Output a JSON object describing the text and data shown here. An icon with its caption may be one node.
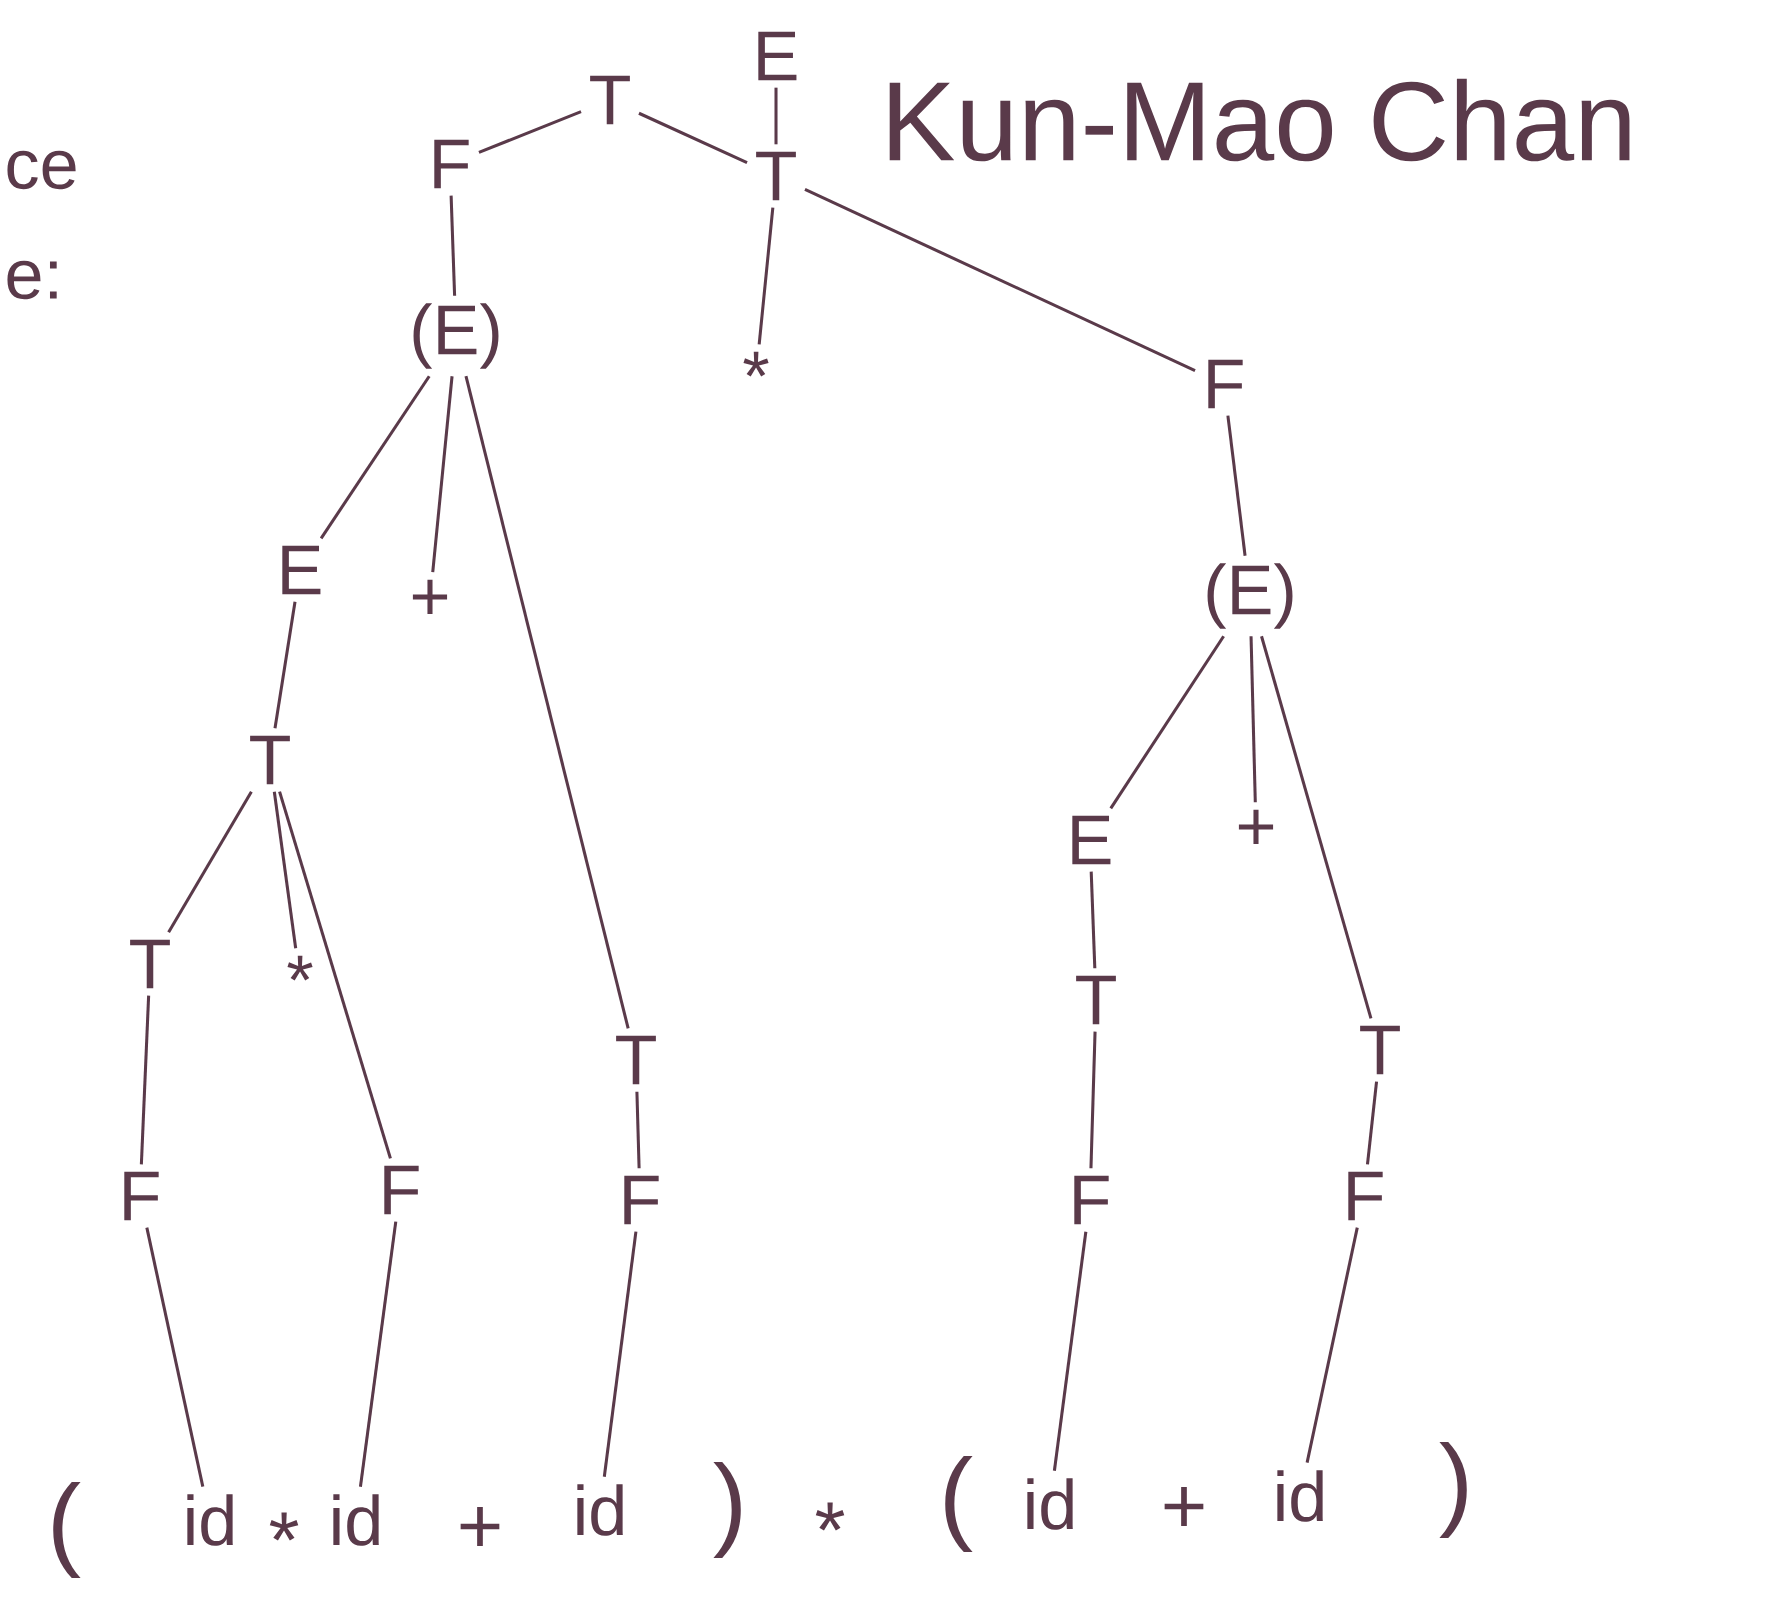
{
  "diagram": {
    "nodes": [
      {
        "text": [
          "E"
        ]
      },
      {
        "text": [
          "T"
        ]
      },
      {
        "text": [
          "T"
        ]
      },
      {
        "text": [
          "F"
        ]
      },
      {
        "text": [
          "(E)"
        ]
      },
      {
        "text": [
          "*"
        ]
      },
      {
        "text": [
          "F"
        ]
      },
      {
        "text": [
          "E"
        ]
      },
      {
        "text": [
          "+"
        ]
      },
      {
        "text": [
          "(E)"
        ]
      },
      {
        "text": [
          "T"
        ]
      },
      {
        "text": [
          "E"
        ]
      },
      {
        "text": [
          "+"
        ]
      },
      {
        "text": [
          "T"
        ]
      },
      {
        "text": [
          "*"
        ]
      },
      {
        "text": [
          "T"
        ]
      },
      {
        "text": [
          "T"
        ]
      },
      {
        "text": [
          "T"
        ]
      },
      {
        "text": [
          "F"
        ]
      },
      {
        "text": [
          "F"
        ]
      },
      {
        "text": [
          "F"
        ]
      },
      {
        "text": [
          "F"
        ]
      },
      {
        "text": [
          "F"
        ]
      },
      {
        "text": [
          "id"
        ]
      },
      {
        "text": [
          "id"
        ]
      },
      {
        "text": [
          "id"
        ]
      },
      {
        "text": [
          "id"
        ]
      },
      {
        "text": [
          "id"
        ]
      }
    ],
    "edges": [
      {
        "from": 0,
        "to": 2,
        "arrow": "none"
      },
      {
        "from": 2,
        "to": 1,
        "arrow": "none"
      },
      {
        "from": 2,
        "to": 5,
        "arrow": "none"
      },
      {
        "from": 2,
        "to": 6,
        "arrow": "none"
      },
      {
        "from": 1,
        "to": 3,
        "arrow": "none"
      },
      {
        "from": 3,
        "to": 4,
        "arrow": "none"
      },
      {
        "from": 4,
        "to": 7,
        "arrow": "none"
      },
      {
        "from": 4,
        "to": 8,
        "arrow": "none"
      },
      {
        "from": 4,
        "to": 16,
        "arrow": "none"
      },
      {
        "from": 7,
        "to": 10,
        "arrow": "none"
      },
      {
        "from": 10,
        "to": 13,
        "arrow": "none"
      },
      {
        "from": 10,
        "to": 14,
        "arrow": "none"
      },
      {
        "from": 10,
        "to": 19,
        "arrow": "none"
      },
      {
        "from": 13,
        "to": 18,
        "arrow": "none"
      },
      {
        "from": 16,
        "to": 20,
        "arrow": "none"
      },
      {
        "from": 6,
        "to": 9,
        "arrow": "none"
      },
      {
        "from": 9,
        "to": 11,
        "arrow": "none"
      },
      {
        "from": 9,
        "to": 12,
        "arrow": "none"
      },
      {
        "from": 9,
        "to": 17,
        "arrow": "none"
      },
      {
        "from": 11,
        "to": 15,
        "arrow": "none"
      },
      {
        "from": 15,
        "to": 21,
        "arrow": "none"
      },
      {
        "from": 17,
        "to": 22,
        "arrow": "none"
      },
      {
        "from": 18,
        "to": 23,
        "arrow": "none"
      },
      {
        "from": 19,
        "to": 24,
        "arrow": "none"
      },
      {
        "from": 20,
        "to": 25,
        "arrow": "none"
      },
      {
        "from": 21,
        "to": 26,
        "arrow": "none"
      },
      {
        "from": 22,
        "to": 27,
        "arrow": "none"
      }
    ],
    "labels": [
      "ce",
      "Kun-Mao Chan",
      "e:",
      "(",
      "*",
      "+",
      ")",
      "*",
      "(",
      "+",
      ")"
    ]
  }
}
